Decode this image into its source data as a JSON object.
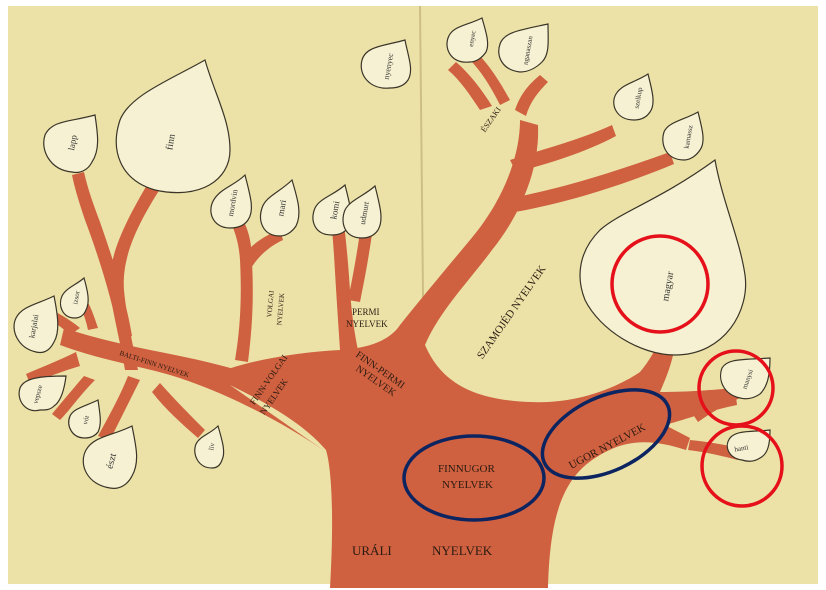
{
  "colors": {
    "paper": "#ece2a8",
    "trunk": "#cf6140",
    "leaf_fill": "#f6f1d2",
    "leaf_stroke": "#3a3528",
    "red_circle": "#e5101a",
    "blue_ellipse": "#0c2460"
  },
  "trunk_labels": {
    "urali": "URÁLI",
    "nyelvek": "NYELVEK"
  },
  "branch_labels": {
    "finnugor_1": "FINNUGOR",
    "finnugor_2": "NYELVEK",
    "ugor": "UGOR NYELVEK",
    "finn_permi_1": "FINN-PERMI",
    "finn_permi_2": "NYELVEK",
    "permi_1": "PERMI",
    "permi_2": "NYELVEK",
    "finn_volgai_1": "FINN-VOLGAI",
    "finn_volgai_2": "NYELVEK",
    "volgai_1": "VOLGAI",
    "volgai_2": "NYELVEK",
    "balti": "BALTI-FINN NYELVEK",
    "szamojed": "SZAMOJÉD NYELVEK",
    "eszaki": "ÉSZAKI"
  },
  "leaves": {
    "finn": "finn",
    "lapp": "lapp",
    "karjalai": "karjalai",
    "vepsze": "vepsze",
    "lív": "lív",
    "vot": "vót",
    "eszt": "észt",
    "izsor": "izsor",
    "mordvin": "mordvin",
    "mari": "mari",
    "komi": "komi",
    "udmurt": "udmurt",
    "nyenyec": "nyenyec",
    "enyec": "enyec",
    "nganaszan": "nganaszan",
    "szelkup": "szelkup",
    "kamassz": "kamassz",
    "magyar": "magyar",
    "manysi": "manysi",
    "hanti": "hanti"
  }
}
